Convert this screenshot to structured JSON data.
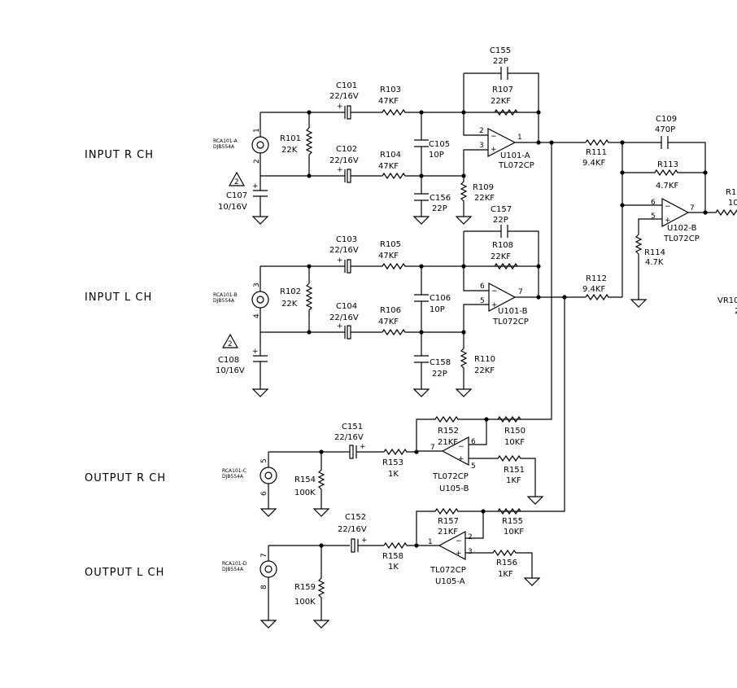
{
  "sections": {
    "input_r": "INPUT R CH",
    "input_l": "INPUT L CH",
    "output_r": "OUTPUT R CH",
    "output_l": "OUTPUT L CH"
  },
  "connectors": {
    "rca_a": {
      "name": "RCA101-A",
      "part": "DJB554A",
      "pin_top": "1",
      "pin_bot": "2"
    },
    "rca_b": {
      "name": "RCA101-B",
      "part": "DJB554A",
      "pin_top": "3",
      "pin_bot": "4"
    },
    "rca_c": {
      "name": "RCA101-C",
      "part": "DJB554A",
      "pin_top": "5",
      "pin_bot": "6"
    },
    "rca_d": {
      "name": "RCA101-D",
      "part": "DJB554A",
      "pin_top": "7",
      "pin_bot": "8"
    }
  },
  "warning_mark": "2",
  "components": {
    "R101": {
      "ref": "R101",
      "val": "22K"
    },
    "R102": {
      "ref": "R102",
      "val": "22K"
    },
    "C101": {
      "ref": "C101",
      "val": "22/16V"
    },
    "C102": {
      "ref": "C102",
      "val": "22/16V"
    },
    "C103": {
      "ref": "C103",
      "val": "22/16V"
    },
    "C104": {
      "ref": "C104",
      "val": "22/16V"
    },
    "C107": {
      "ref": "C107",
      "val": "10/16V"
    },
    "C108": {
      "ref": "C108",
      "val": "10/16V"
    },
    "R103": {
      "ref": "R103",
      "val": "47KF"
    },
    "R104": {
      "ref": "R104",
      "val": "47KF"
    },
    "R105": {
      "ref": "R105",
      "val": "47KF"
    },
    "R106": {
      "ref": "R106",
      "val": "47KF"
    },
    "C105": {
      "ref": "C105",
      "val": "10P"
    },
    "C106": {
      "ref": "C106",
      "val": "10P"
    },
    "C156": {
      "ref": "C156",
      "val": "22P"
    },
    "C158": {
      "ref": "C158",
      "val": "22P"
    },
    "C155": {
      "ref": "C155",
      "val": "22P"
    },
    "C157": {
      "ref": "C157",
      "val": "22P"
    },
    "R107": {
      "ref": "R107",
      "val": "22KF"
    },
    "R108": {
      "ref": "R108",
      "val": "22KF"
    },
    "R109": {
      "ref": "R109",
      "val": "22KF"
    },
    "R110": {
      "ref": "R110",
      "val": "22KF"
    },
    "U101A": {
      "ref": "U101-A",
      "val": "TL072CP"
    },
    "U101B": {
      "ref": "U101-B",
      "val": "TL072CP"
    },
    "R111": {
      "ref": "R111",
      "val": "9.4KF"
    },
    "R112": {
      "ref": "R112",
      "val": "9.4KF"
    },
    "C109": {
      "ref": "C109",
      "val": "470P"
    },
    "R113": {
      "ref": "R113",
      "val": "4.7KF"
    },
    "R114": {
      "ref": "R114",
      "val": "4.7K"
    },
    "U102B": {
      "ref": "U102-B",
      "val": "TL072CP"
    },
    "R115": {
      "ref": "R1",
      "val": "10"
    },
    "VR1": {
      "ref": "VR10",
      "val": "2"
    },
    "C151": {
      "ref": "C151",
      "val": "22/16V"
    },
    "C152": {
      "ref": "C152",
      "val": "22/16V"
    },
    "R153": {
      "ref": "R153",
      "val": "1K"
    },
    "R158": {
      "ref": "R158",
      "val": "1K"
    },
    "R154": {
      "ref": "R154",
      "val": "100K"
    },
    "R159": {
      "ref": "R159",
      "val": "100K"
    },
    "R152": {
      "ref": "R152",
      "val": "21KF"
    },
    "R157": {
      "ref": "R157",
      "val": "21KF"
    },
    "R150": {
      "ref": "R150",
      "val": "10KF"
    },
    "R155": {
      "ref": "R155",
      "val": "10KF"
    },
    "R151": {
      "ref": "R151",
      "val": "1KF"
    },
    "R156": {
      "ref": "R156",
      "val": "1KF"
    },
    "U105B": {
      "ref": "U105-B",
      "val": "TL072CP"
    },
    "U105A": {
      "ref": "U105-A",
      "val": "TL072CP"
    }
  },
  "pins": {
    "u101a": {
      "inv": "2",
      "noninv": "3",
      "out": "1"
    },
    "u101b": {
      "inv": "6",
      "noninv": "5",
      "out": "7"
    },
    "u102b": {
      "inv": "6",
      "noninv": "5",
      "out": "7"
    },
    "u105b": {
      "inv": "6",
      "noninv": "5",
      "out": "7"
    },
    "u105a": {
      "inv": "2",
      "noninv": "3",
      "out": "1"
    }
  }
}
